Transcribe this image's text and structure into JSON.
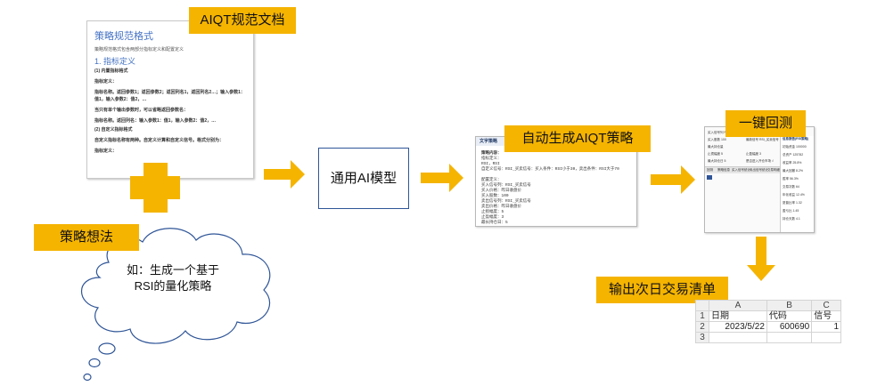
{
  "tags": {
    "doc": "AIQT规范文档",
    "generate": "自动生成AIQT策略",
    "backtest": "一键回测",
    "idea": "策略想法",
    "output": "输出次日交易清单"
  },
  "model_label": "通用AI模型",
  "cloud_text": [
    "如：生成一个基于",
    "RSI的量化策略"
  ],
  "doc_panel": {
    "title": "策略规范格式",
    "subtitle": "策略规范格式包含两部分指标定义和配置定义",
    "section": "1. 指标定义",
    "lines": [
      "(1) 内置指标格式",
      "指标定义：",
      "指标名称。返回参数1；返回参数2；返回列名1，返回列名2…；输入参数1：值1，输入参数2：值2，…",
      "当只有单个输出参数时，可以省略返回参数名：",
      "指标名称。返回列名：输入参数1：值1，输入参数2：值2，…",
      "(2) 自定义指标格式",
      "自定义指标名称有两种。自定义计算和自定义信号。格式分别为：",
      "指标定义："
    ]
  },
  "strategy_panel": {
    "header": "文字策略",
    "lines": [
      "策略内容：",
      "  指标定义：",
      "  RSI，RSI",
      "  自定义信号：RSI_买卖信号：买入条件：RSI小于30，卖出条件：RSI大于70",
      "",
      "  配置定义：",
      "  买入信号列：RSI_买卖信号",
      "  买入价格：昨日收盘价",
      "  买入股数：100",
      "  卖出信号列：RSI_买卖信号",
      "  卖出价格：昨日收盘价",
      "  止损幅度：5",
      "  止盈幅度：3",
      "  最长持仓日：5"
    ]
  },
  "backtest_panel": {
    "left_lines": [
      "买入信号列 RSI_买卖信号",
      "买入股数 100",
      "最大持仓量",
      "止损幅度 5",
      "最大持仓日 5"
    ],
    "right_lines": [
      "最新信号 RSI_买卖信号",
      "止盈幅度 3",
      "是否进入开仓市场 √"
    ],
    "tabs": [
      "回测",
      "策略信息",
      "买入信号统计",
      "卖出信号统计",
      "交易明细"
    ],
    "result_title": "信息报告(RSI策略)",
    "result_rows": [
      "初始资金 100000",
      "总资产 125782",
      "收益率 25.8%",
      "最大回撤 8.2%",
      "胜率 56.3%",
      "交易次数 64",
      "年化收益 12.4%",
      "夏普比率 1.32",
      "盈亏比 1.45",
      "持仓天数 4.1"
    ]
  },
  "spreadsheet": {
    "columns": [
      "A",
      "B",
      "C"
    ],
    "rows": [
      {
        "num": "1",
        "cells": [
          "日期",
          "代码",
          "信号"
        ]
      },
      {
        "num": "2",
        "cells": [
          "2023/5/22",
          "600690",
          "1"
        ]
      },
      {
        "num": "3",
        "cells": [
          "",
          "",
          ""
        ]
      }
    ]
  },
  "colors": {
    "accent": "#f5b400",
    "model_border": "#2f5597",
    "doc_heading": "#4472c4"
  }
}
